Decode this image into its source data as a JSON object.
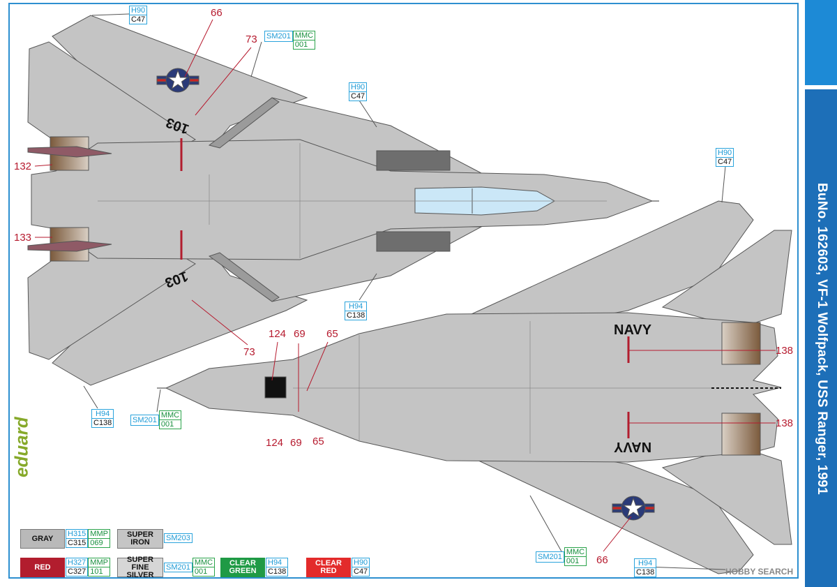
{
  "title": "BuNo. 162603, VF-1 Wolfpack, USS Ranger, 1991",
  "logo_text": "eduard",
  "watermark": "HOBBY SEARCH",
  "aircraft_markings": {
    "modex_top": "103",
    "modex_bottom": "103",
    "navy_top": "NAVY",
    "navy_bottom": "NAVY"
  },
  "numbers": {
    "n66_top": "66",
    "n73_top": "73",
    "n132": "132",
    "n133": "133",
    "n73_bottom": "73",
    "n124_top": "124",
    "n69_top": "69",
    "n65_top": "65",
    "n124_bottom": "124",
    "n69_bottom": "69",
    "n65_bottom": "65",
    "n138_top": "138",
    "n138_bottom": "138",
    "n66_bottom": "66"
  },
  "callouts": {
    "top_wingtip": {
      "a": "H90",
      "b": "C47"
    },
    "fuselage_light": {
      "a": "H90",
      "b": "C47"
    },
    "lower_wingtip_right": {
      "a": "H90",
      "b": "C47"
    },
    "green_light": {
      "a": "H94",
      "b": "C138"
    },
    "left_wingtip_bottom": {
      "a": "H94",
      "b": "C138"
    },
    "bottom_wingtip": {
      "a": "H94",
      "b": "C138"
    },
    "sm201_top": {
      "a": "SM201",
      "b1": "MMC",
      "b2": "001"
    },
    "sm201_nose": {
      "a": "SM201",
      "b1": "MMC",
      "b2": "001"
    },
    "sm201_bottom": {
      "a": "SM201",
      "b1": "MMC",
      "b2": "001"
    }
  },
  "legend": {
    "gray": {
      "label": "GRAY",
      "c1": "H315",
      "c2": "C315",
      "c3": "MMP",
      "c4": "069",
      "color": "#b9b9b9"
    },
    "red": {
      "label": "RED",
      "c1": "H327",
      "c2": "C327",
      "c3": "MMP",
      "c4": "101",
      "color": "#b21d2e"
    },
    "super_iron": {
      "label": "SUPER IRON",
      "c1": "SM203",
      "color": "#c5c5c5"
    },
    "super_fine_silver": {
      "label": "SUPER FINE SILVER",
      "c1": "SM201",
      "c2": "MMC",
      "c3": "001",
      "color": "#d6d6d6"
    },
    "clear_green": {
      "label": "CLEAR GREEN",
      "c1": "H94",
      "c2": "C138",
      "color": "#1f9a45"
    },
    "clear_red": {
      "label": "CLEAR RED",
      "c1": "H90",
      "c2": "C47",
      "color": "#e32b2b"
    }
  },
  "colors": {
    "accent": "#1d6fb8",
    "aircraft_gray": "#c4c4c4",
    "canopy": "#cbe7f7",
    "number_red": "#b61a2e"
  }
}
